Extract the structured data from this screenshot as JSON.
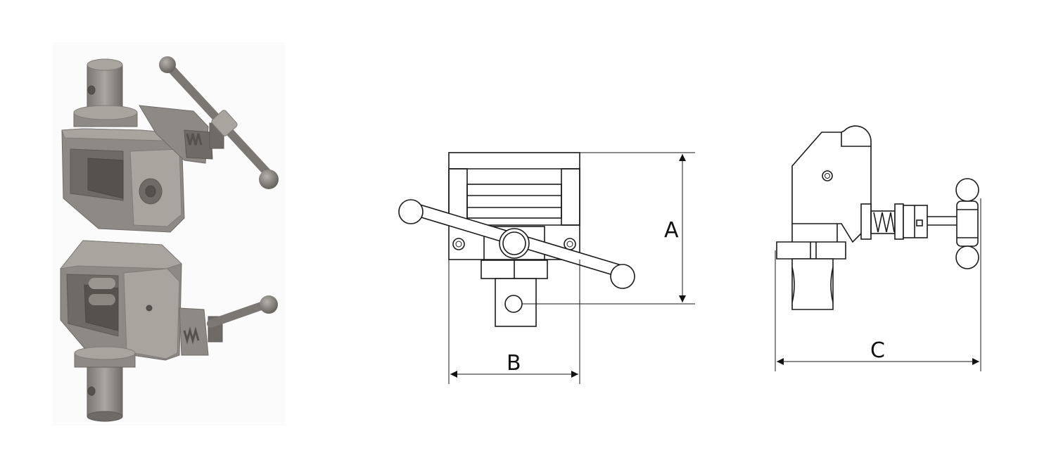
{
  "figure": {
    "dimensions": [
      {
        "id": "A",
        "label": "A"
      },
      {
        "id": "B",
        "label": "B"
      },
      {
        "id": "C",
        "label": "C"
      }
    ],
    "render_colors": {
      "metal": "#8d8a85",
      "metal_dark": "#6e6b67",
      "metal_light": "#a8a59f",
      "line": "#1a1a1a"
    }
  }
}
